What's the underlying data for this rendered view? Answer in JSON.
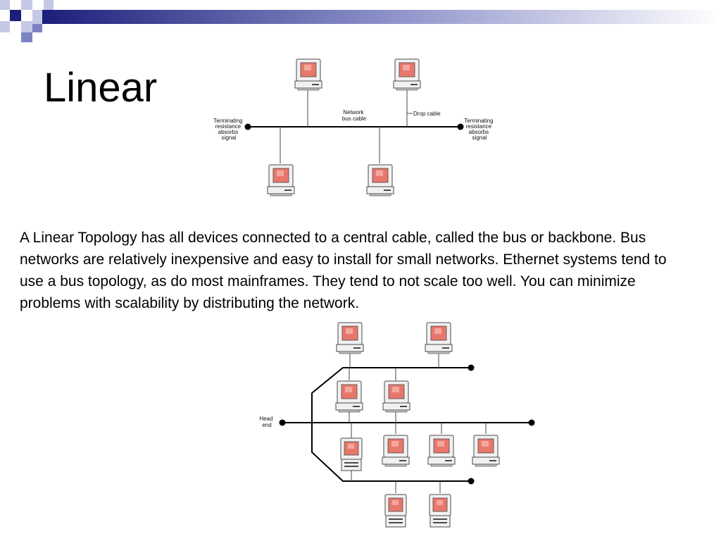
{
  "slide": {
    "title": "Linear",
    "body": "A Linear Topology has all devices connected to a central cable, called the bus or backbone. Bus networks are relatively inexpensive and easy to install for small networks. Ethernet systems tend to use a bus topology, as do most mainframes. They tend to not scale too well.  You can minimize problems with scalability by distributing the network."
  },
  "colors": {
    "banner_dark": "#1c1f7a",
    "banner_mid": "#7d83c2",
    "banner_light": "#c6c9e6",
    "cable": "#000000",
    "computer_body": "#f1f1f1",
    "computer_outline": "#4a4a4a",
    "screen": "#e8776b"
  },
  "icons": {
    "terminator": "terminator-dot-icon",
    "computer": "desktop-computer-icon"
  },
  "diagram_top": {
    "labels": {
      "terminator_left": [
        "Terminating",
        "resistance",
        "absorbs",
        "signal"
      ],
      "terminator_right": [
        "Terminating",
        "resistance",
        "absorbs",
        "signal"
      ],
      "bus_cable": [
        "Network",
        "bus cable"
      ],
      "drop_cable": "Drop cable"
    }
  },
  "diagram_bottom": {
    "labels": {
      "head_end": [
        "Head",
        "end"
      ]
    }
  }
}
